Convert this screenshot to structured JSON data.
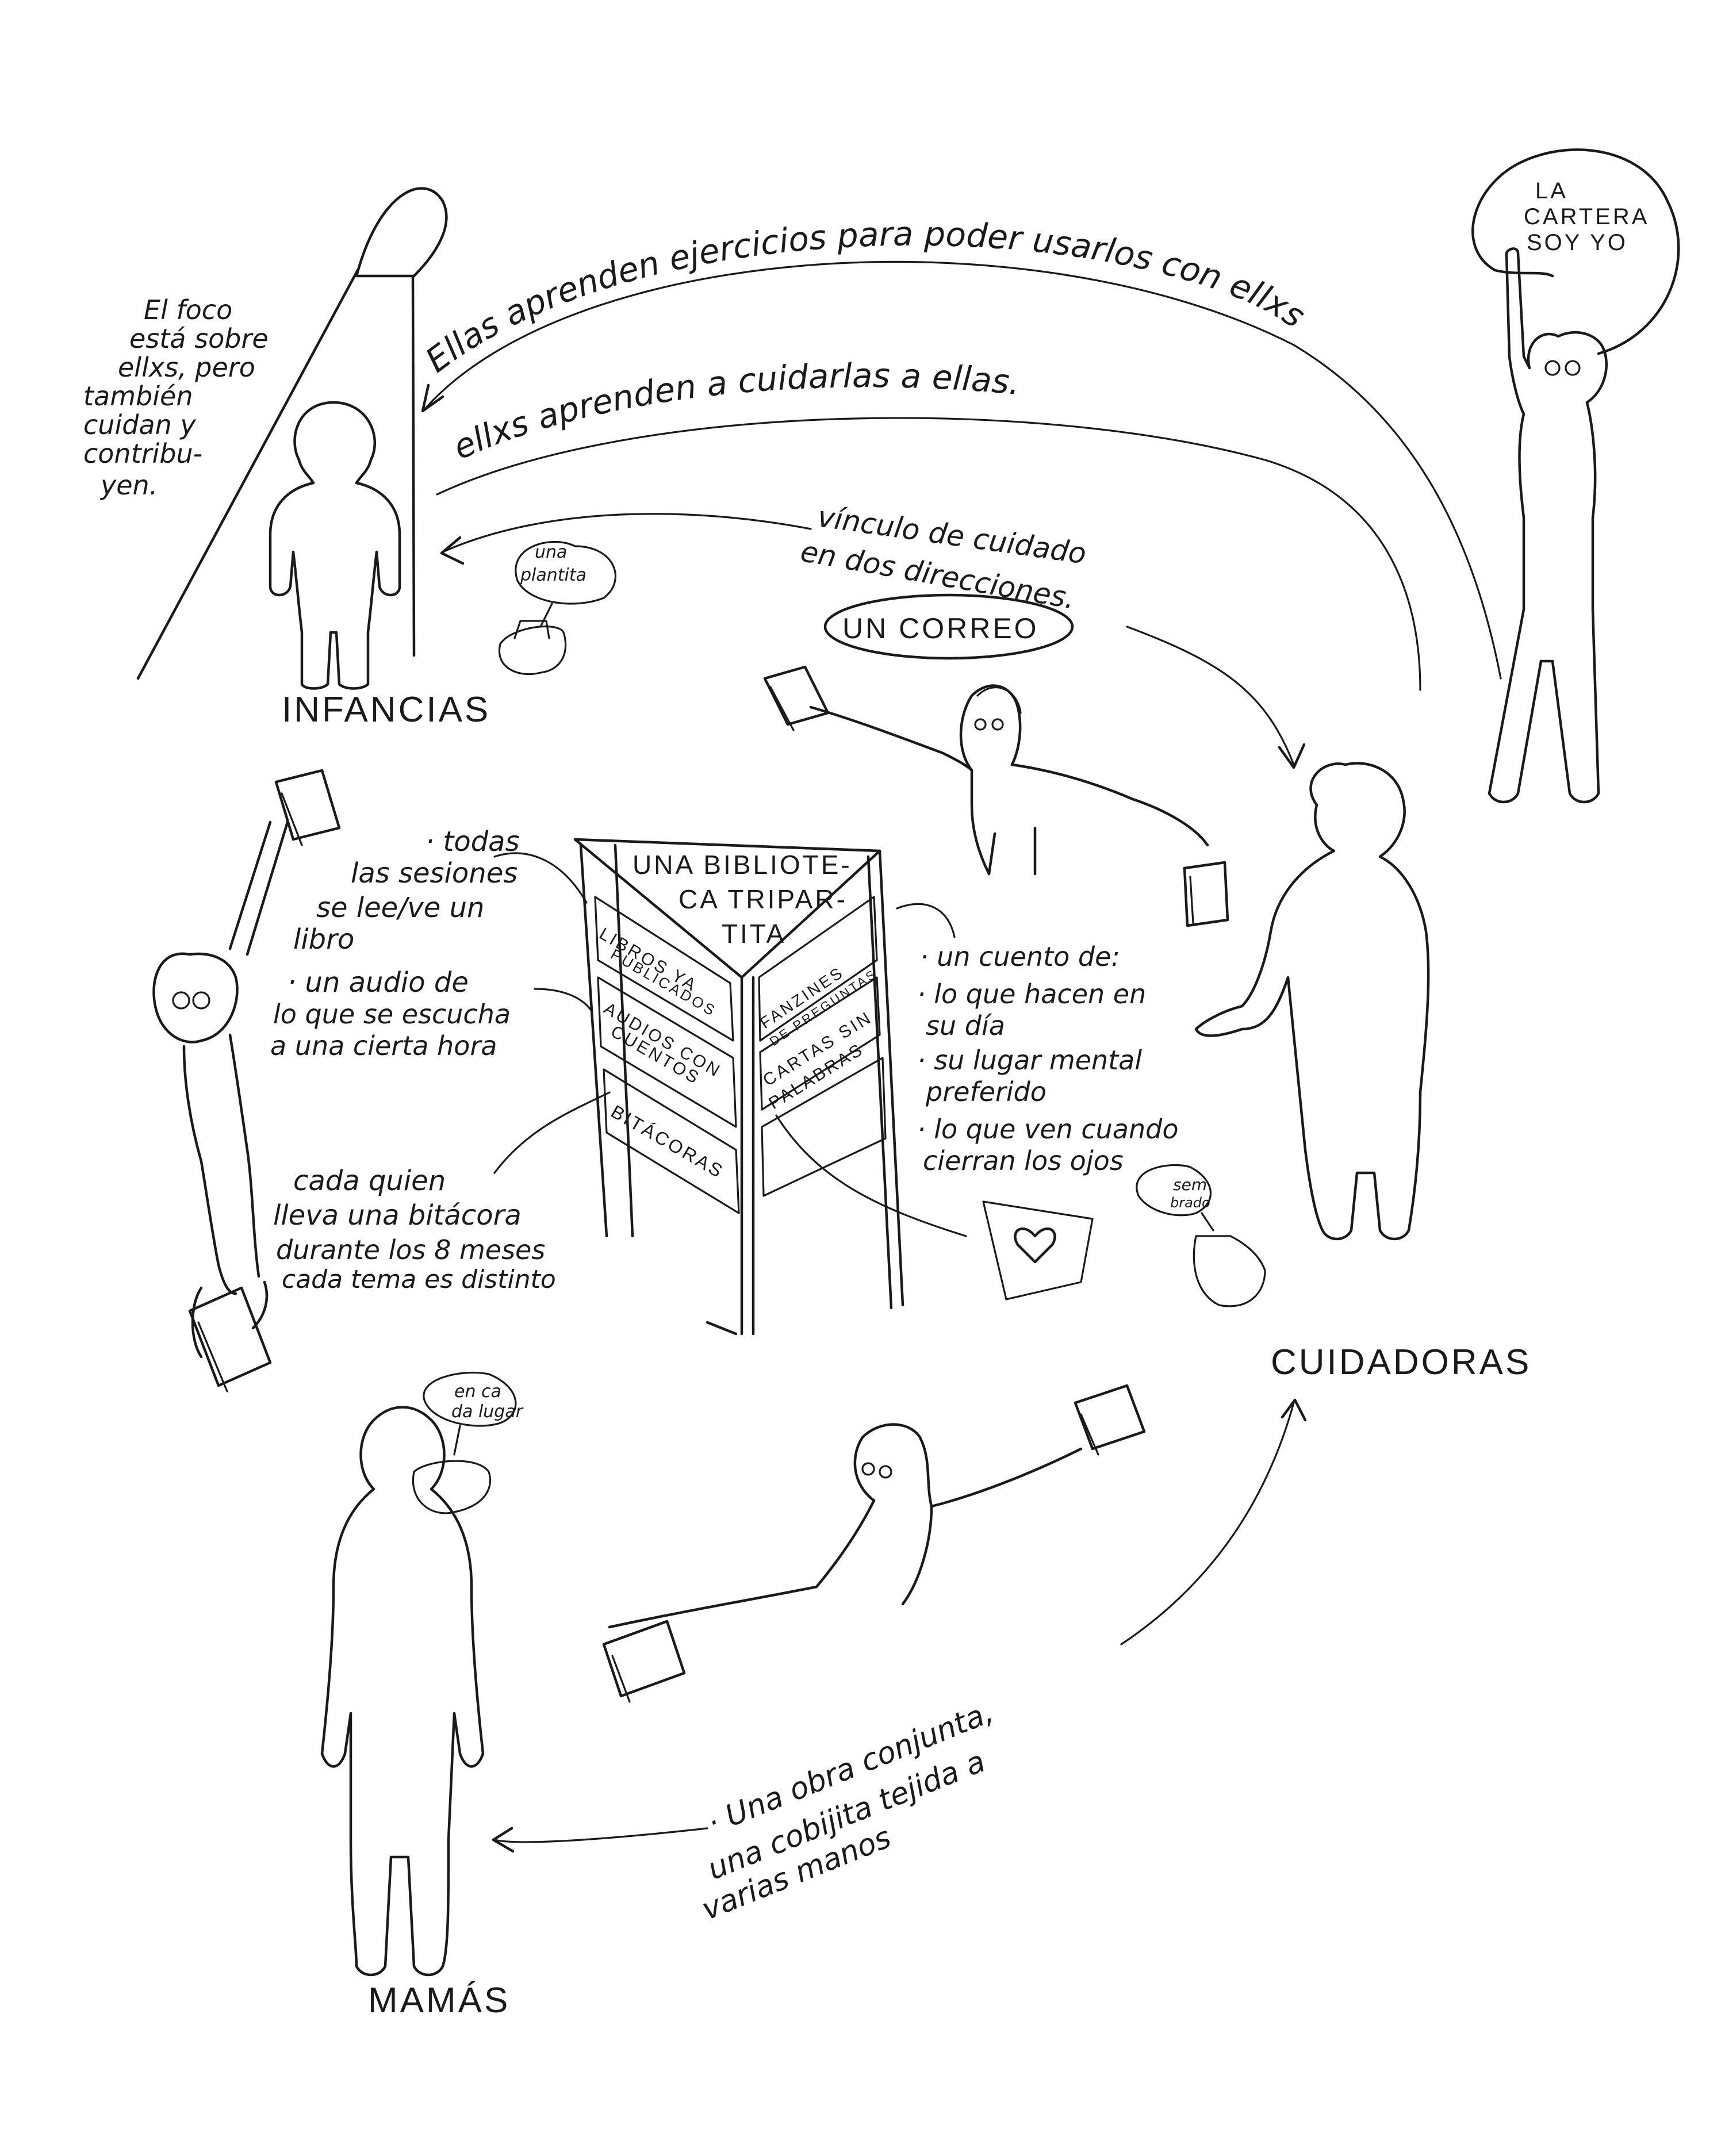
{
  "labels": {
    "infancias": "INFANCIAS",
    "cuidadoras": "CUIDADORAS",
    "mamas": "MAMÁS"
  },
  "notes": {
    "foco": [
      "El foco",
      "está sobre",
      "ellxs, pero",
      "también",
      "cuidan y",
      "contribu-",
      "yen."
    ],
    "arc_outer": "Ellas aprenden ejercicios para poder usarlos con ellxs",
    "arc_inner": "ellxs aprenden a cuidarlas a ellas.",
    "vinculo": [
      "vínculo de cuidado",
      "en dos direcciones."
    ],
    "correo": "UN CORREO",
    "plantita": [
      "una",
      "plantita"
    ],
    "cartera": [
      "LA",
      "CARTERA",
      "SOY YO"
    ],
    "todas": [
      "· todas",
      "las sesiones",
      "se lee/ve un",
      "libro"
    ],
    "audio": [
      "· un audio de",
      "lo que se escucha",
      "a una cierta hora"
    ],
    "bitacora": [
      "cada quien",
      "lleva una bitácora",
      "durante los 8 meses",
      "cada tema es distinto"
    ],
    "cuento": [
      "· un cuento de:",
      "· lo que hacen en",
      "su día",
      "· su lugar mental",
      "preferido",
      "· lo que ven cuando",
      "cierran los ojos"
    ],
    "semillas": [
      "sem",
      "brado"
    ],
    "encada": [
      "en ca",
      "da lugar"
    ],
    "obra": [
      "· Una obra conjunta,",
      "una cobijita tejida a",
      "varias manos"
    ]
  },
  "library": {
    "title": [
      "UNA BIBLIOTE-",
      "CA TRIPAR-",
      "TITA"
    ],
    "left_panels": [
      [
        "LIBROS YA",
        "PUBLICADOS"
      ],
      [
        "AUDIOS CON",
        "CUENTOS"
      ],
      [
        "BITÁCORAS"
      ]
    ],
    "right_panels": [
      [
        "FANZINES",
        "DE PREGUNTAS"
      ],
      [
        "CARTAS SIN",
        "PALABRAS"
      ],
      [
        ""
      ]
    ]
  },
  "icons": [
    "spotlight-icon",
    "child-figure-icon",
    "book-icon",
    "plant-pot-icon",
    "heart-letter-icon",
    "seed-jar-icon"
  ]
}
